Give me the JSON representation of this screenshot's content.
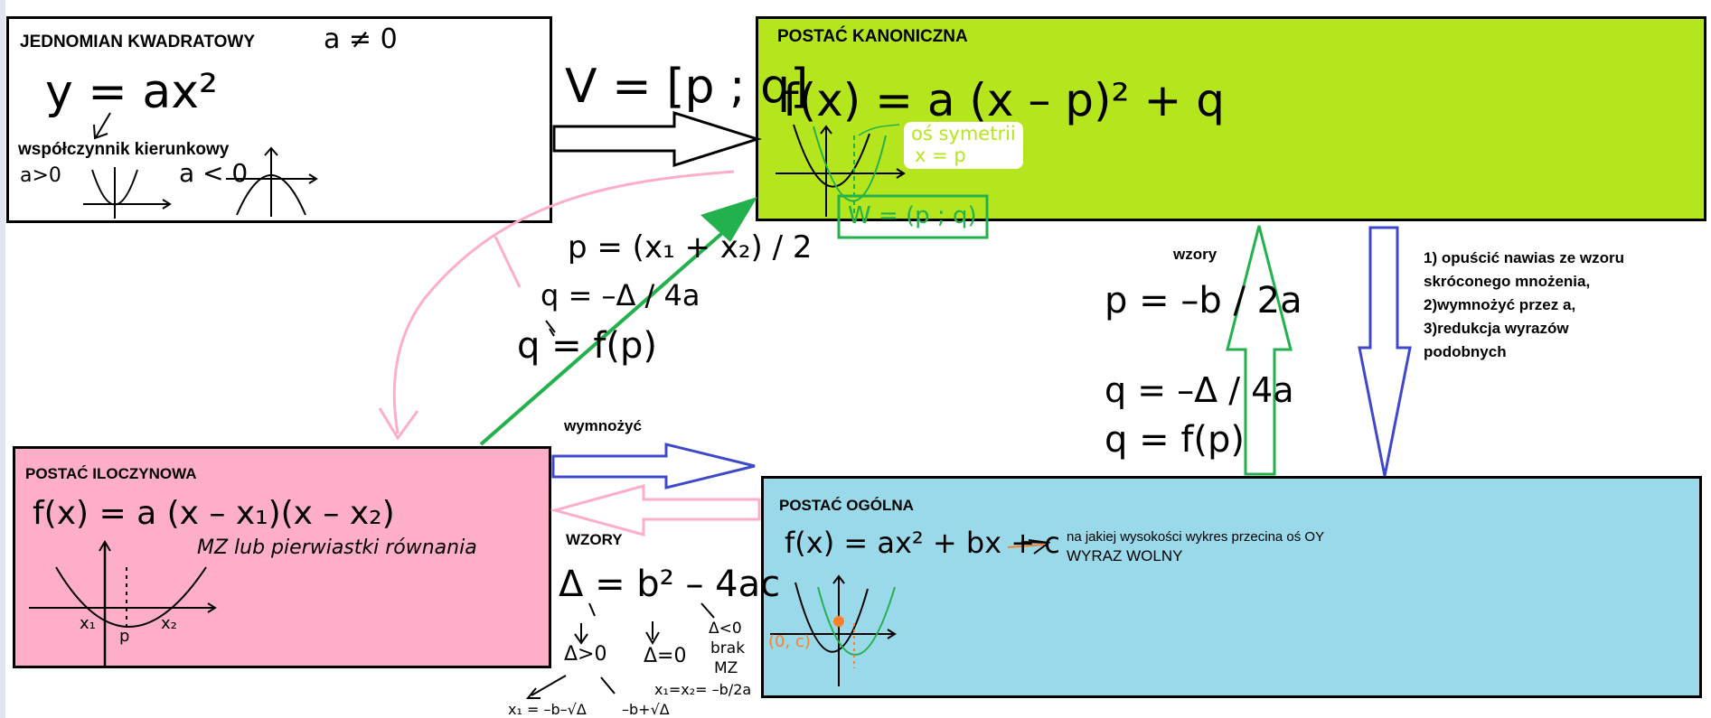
{
  "boxes": {
    "jednomian": {
      "title": "JEDNOMIAN KWADRATOWY",
      "condition": "a ≠ 0",
      "formula": "y = ax²",
      "coef_label": "współczynnik kierunkowy",
      "case_pos": "a>0",
      "case_neg": "a < 0",
      "fill": "#ffffff"
    },
    "kanoniczna": {
      "title": "POSTAĆ KANONICZNA",
      "formula": "f(x) = a (x – p)² + q",
      "axis_note_line1": "oś symetrii",
      "axis_note_line2": "x = p",
      "vertex_label": "W = (p ; q)",
      "fill": "#b5e61d"
    },
    "iloczynowa": {
      "title": "POSTAĆ ILOCZYNOWA",
      "formula": "f(x) = a (x – x₁)(x – x₂)",
      "roots_note": "MZ lub pierwiastki równania",
      "x1": "x₁",
      "x2": "x₂",
      "p": "p",
      "fill": "#ffaec9"
    },
    "ogolna": {
      "title": "POSTAĆ OGÓLNA",
      "formula": "f(x) = ax² + bx + c",
      "c_note": "na jakiej wysokości wykres przecina oś OY",
      "c_name": "WYRAZ WOLNY",
      "point": "(0, c)",
      "fill": "#99d9ea"
    }
  },
  "arrows": {
    "jednomian_to_kanoniczna": "V = [p ; q]",
    "iloczynowa_to_kanoniczna": {
      "p": "p = (x₁ + x₂) / 2",
      "q1": "q = –Δ / 4a",
      "q2": "q = f(p)"
    },
    "kanoniczna_to_ogolna": {
      "steps": [
        "1) opuścić nawias ze wzoru",
        "skróconego mnożenia,",
        "2)wymnożyć przez a,",
        "3)redukcja wyrazów",
        "podobnych"
      ]
    },
    "ogolna_to_kanoniczna": {
      "label": "wzory",
      "p": "p = –b / 2a",
      "q1": "q = –Δ / 4a",
      "q2": "q = f(p)"
    },
    "iloczynowa_to_ogolna": "wymnożyć",
    "ogolna_to_iloczynowa": {
      "label": "WZORY",
      "delta": "Δ = b² – 4ac",
      "case_pos": "Δ>0",
      "case_zero": "Δ=0",
      "case_neg_1": "Δ<0",
      "case_neg_2": "brak",
      "case_neg_3": "MZ",
      "zero_formula": "x₁=x₂= –b/2a",
      "pos_formula_1": "x₁ = –b–√Δ",
      "pos_formula_2": "–b+√Δ"
    }
  },
  "colors": {
    "arrow_black": "#000000",
    "arrow_blue": "#3f48cc",
    "arrow_pink": "#ffaec9",
    "arrow_green": "#22b14c",
    "accent_orange": "#ff7f27",
    "note_text": "#b5e61d"
  }
}
